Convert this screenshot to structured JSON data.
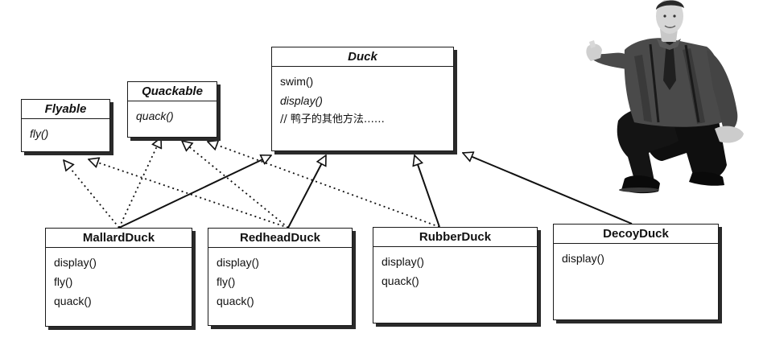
{
  "duck": {
    "name": "Duck",
    "methods": [
      "swim()",
      "display()",
      "// 鸭子的其他方法……"
    ]
  },
  "flyable": {
    "name": "Flyable",
    "methods": [
      "fly()"
    ]
  },
  "quackable": {
    "name": "Quackable",
    "methods": [
      "quack()"
    ]
  },
  "mallard": {
    "name": "MallardDuck",
    "methods": [
      "display()",
      "fly()",
      "quack()"
    ]
  },
  "redhead": {
    "name": "RedheadDuck",
    "methods": [
      "display()",
      "fly()",
      "quack()"
    ]
  },
  "rubber": {
    "name": "RubberDuck",
    "methods": [
      "display()",
      "quack()"
    ]
  },
  "decoy": {
    "name": "DecoyDuck",
    "methods": [
      "display()"
    ]
  },
  "colors": {
    "line": "#111111",
    "box_border": "#1a1a1a",
    "shadow": "#2a2a2a"
  },
  "illustration": {
    "subject": "man-in-shirt-and-tie-crouching"
  }
}
